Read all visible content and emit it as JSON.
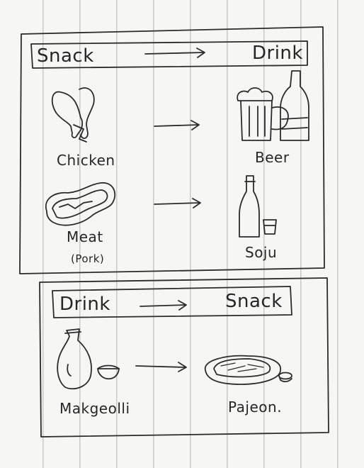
{
  "sections": [
    {
      "header_left": "Snack",
      "header_right": "Drink",
      "pairs": [
        {
          "from": {
            "label": "Chicken",
            "icon": "chicken-drumstick-icon"
          },
          "to": {
            "label": "Beer",
            "icon": "beer-mug-bottle-icon"
          }
        },
        {
          "from": {
            "label": "Meat",
            "sublabel": "(Pork)",
            "icon": "meat-steak-icon"
          },
          "to": {
            "label": "Soju",
            "icon": "soju-bottle-glass-icon"
          }
        }
      ]
    },
    {
      "header_left": "Drink",
      "header_right": "Snack",
      "pairs": [
        {
          "from": {
            "label": "Makgeolli",
            "icon": "makgeolli-jug-bowl-icon"
          },
          "to": {
            "label": "Pajeon.",
            "icon": "pajeon-plate-icon"
          }
        }
      ]
    }
  ]
}
